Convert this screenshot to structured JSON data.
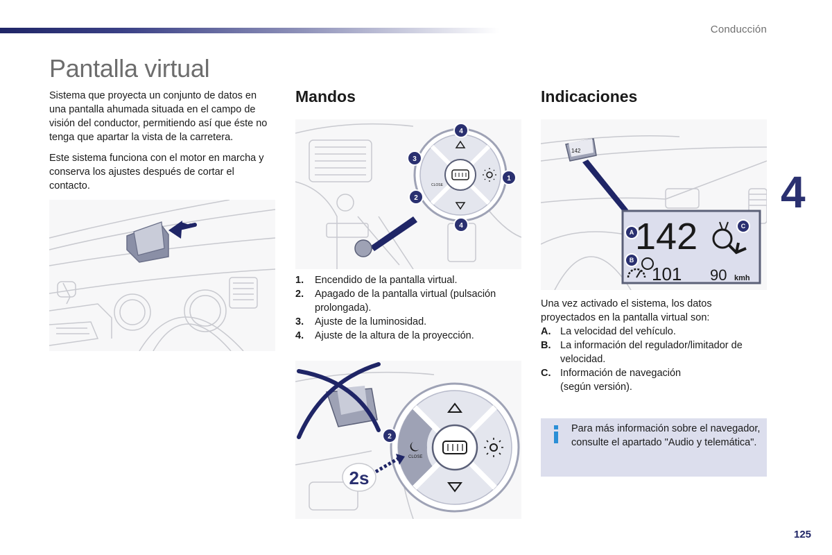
{
  "header": {
    "section": "Conducción",
    "chapter": "4",
    "page": "125"
  },
  "title": "Pantalla virtual",
  "intro": {
    "p1": "Sistema que proyecta un conjunto de datos en una pantalla ahumada situada en el campo de visión del conductor, permitiendo así que éste no tenga que apartar la vista de la carretera.",
    "p2": "Este sistema funciona con el motor en marcha y conserva los ajustes después de cortar el contacto."
  },
  "mandos": {
    "heading": "Mandos",
    "items": [
      {
        "key": "1.",
        "text": "Encendido de la pantalla virtual."
      },
      {
        "key": "2.",
        "text": "Apagado de la pantalla virtual (pulsación prolongada)."
      },
      {
        "key": "3.",
        "text": "Ajuste de la luminosidad."
      },
      {
        "key": "4.",
        "text": "Ajuste de la altura de la proyección."
      }
    ],
    "callouts": [
      "4",
      "3",
      "1",
      "2",
      "4"
    ],
    "close_label": "CLOSE",
    "press_duration": "2s"
  },
  "indicaciones": {
    "heading": "Indicaciones",
    "intro": "Una vez activado el sistema, los datos proyectados en la pantalla virtual son:",
    "items": [
      {
        "key": "A.",
        "text": "La velocidad del vehículo."
      },
      {
        "key": "B.",
        "text": "La información del regulador/limitador de velocidad."
      },
      {
        "key": "C.",
        "text": "Información de navegación (según versión)."
      }
    ],
    "display": {
      "speed": "142",
      "cruise_speed": "101",
      "limit_speed": "90",
      "unit": "kmh",
      "label_a": "A",
      "label_b": "B",
      "label_c": "C",
      "mini_speed": "142"
    }
  },
  "info_box": {
    "icon": "info-icon",
    "text": "Para más información sobre el navegador, consulte el apartado \"Audio y telemática\"."
  },
  "colors": {
    "accent": "#1f2566",
    "callout": "#2a3070",
    "info_bg": "#dcdeed",
    "info_icon": "#2b8fd6"
  }
}
